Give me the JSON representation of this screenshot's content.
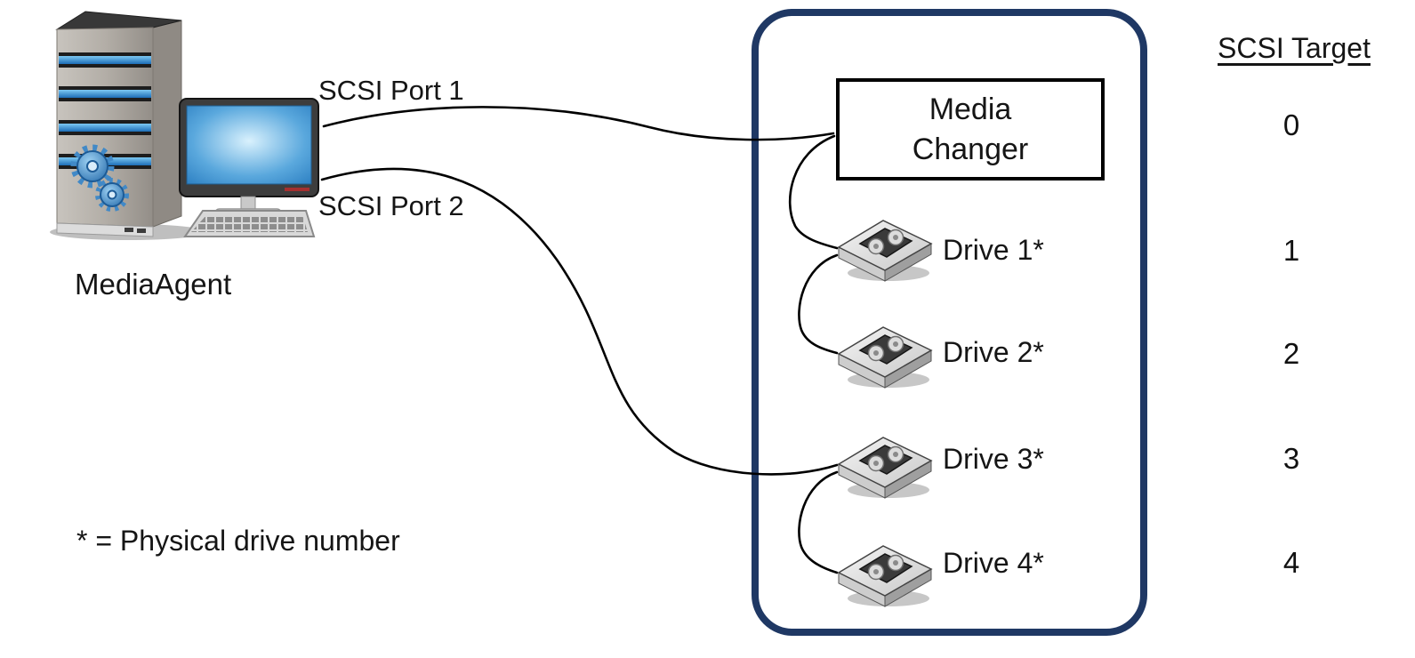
{
  "media_agent": {
    "label": "MediaAgent"
  },
  "ports": [
    {
      "label": "SCSI Port 1"
    },
    {
      "label": "SCSI Port 2"
    }
  ],
  "library": {
    "media_changer_label": "Media Changer",
    "drives": [
      {
        "label": "Drive 1*"
      },
      {
        "label": "Drive 2*"
      },
      {
        "label": "Drive 3*"
      },
      {
        "label": "Drive 4*"
      }
    ]
  },
  "scsi_target_column": {
    "header": "SCSI Target",
    "values": [
      "0",
      "1",
      "2",
      "3",
      "4"
    ]
  },
  "footnote": "* = Physical drive number",
  "colors": {
    "library_border": "#1f3864",
    "cable": "#000000",
    "text": "#151515"
  }
}
